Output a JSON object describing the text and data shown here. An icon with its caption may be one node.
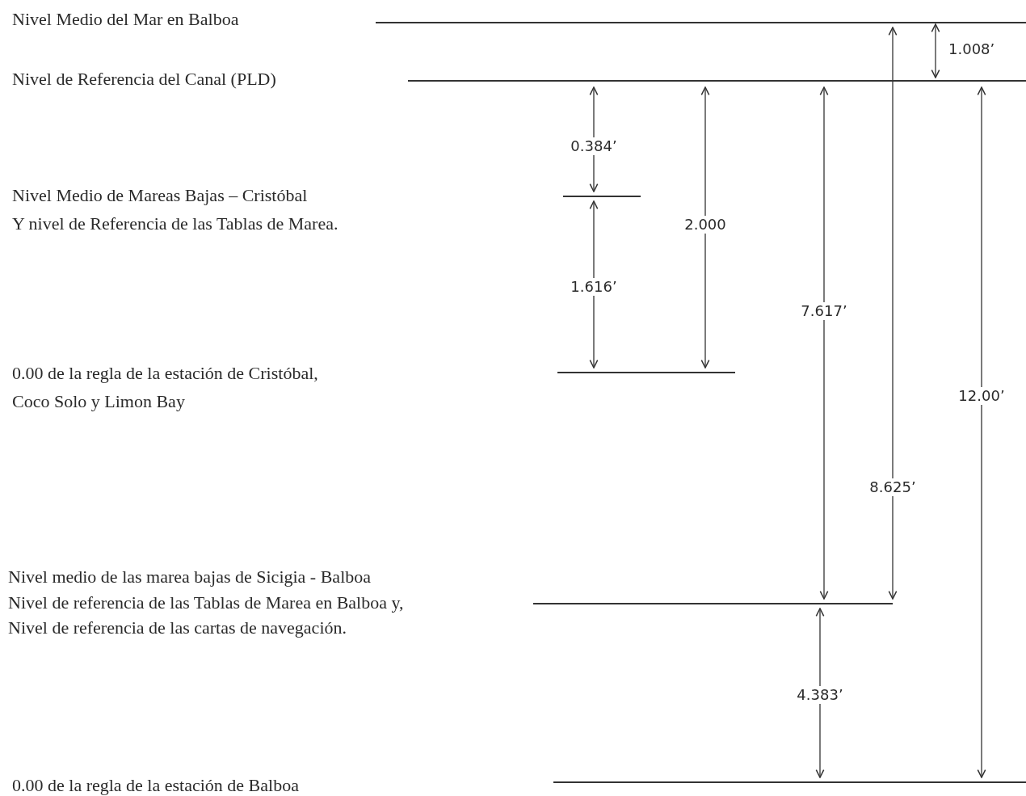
{
  "diagram": {
    "labels": [
      "Nivel Medio del Mar en Balboa",
      "1.008’",
      "Nivel de Referencia del Canal (PLD)",
      "0.384’",
      "Nivel Medio de Mareas Bajas – Cristóbal",
      "Y nivel de Referencia de las Tablas de Marea.",
      "2.000",
      "1.616’",
      "7.617’",
      "0.00 de la regla de la estación de Cristóbal,",
      "12.00’",
      "Coco Solo y Limon Bay",
      "8.625’",
      "Nivel medio de las marea bajas de Sicigia - Balboa",
      "Nivel de referencia de las Tablas de Marea en Balboa y,",
      "Nivel de referencia de las cartas de navegación.",
      "4.383’",
      "0.00 de la regla de la estación de Balboa"
    ]
  }
}
